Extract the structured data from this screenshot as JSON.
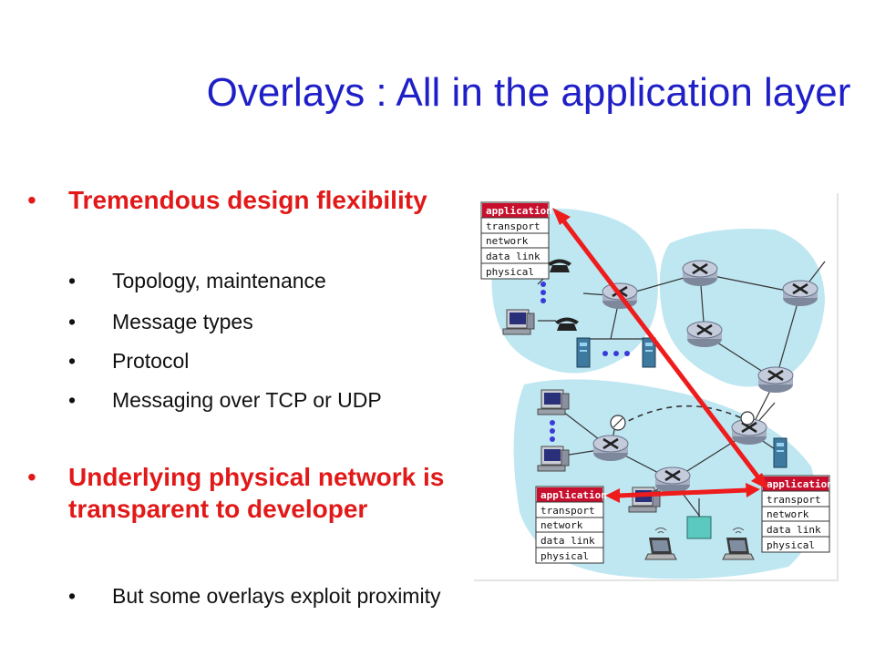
{
  "slide": {
    "title": "Overlays : All in the application layer",
    "bullets": [
      {
        "text": "Tremendous design flexibility",
        "sub": [
          "Topology, maintenance",
          "Message types",
          "Protocol",
          "Messaging over TCP or UDP"
        ]
      },
      {
        "text": "Underlying physical network is transparent to developer",
        "sub": [
          "But some overlays exploit proximity"
        ]
      }
    ]
  },
  "diagram": {
    "protocol_stacks": [
      {
        "layers": [
          "application",
          "transport",
          "network",
          "data link",
          "physical"
        ]
      },
      {
        "layers": [
          "application",
          "transport",
          "network",
          "data link",
          "physical"
        ]
      },
      {
        "layers": [
          "application",
          "transport",
          "network",
          "data link",
          "physical"
        ]
      }
    ],
    "colors": {
      "cloud": "#bfe7f2",
      "router": "#b4bccf",
      "overlay_link": "#ee1c1c",
      "application_layer": "#c8102e",
      "title": "#1f1fc8",
      "primary_bullet": "#e11919"
    },
    "icons": [
      "router-icon",
      "computer-icon",
      "telephone-icon",
      "server-icon",
      "laptop-icon",
      "satellite-dish-icon"
    ]
  }
}
